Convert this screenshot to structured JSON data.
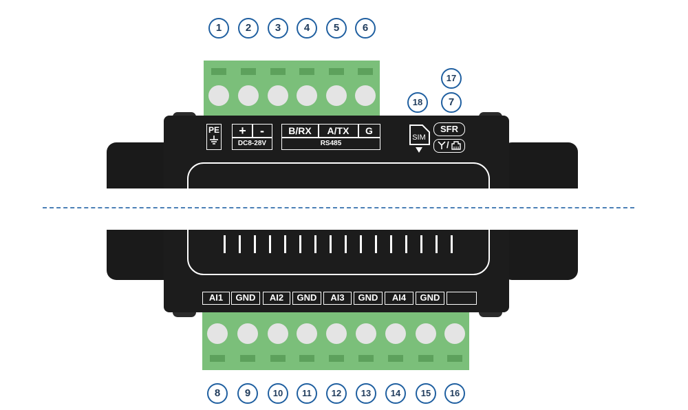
{
  "top_numbers": [
    "1",
    "2",
    "3",
    "4",
    "5",
    "6"
  ],
  "bottom_numbers": [
    "8",
    "9",
    "10",
    "11",
    "12",
    "13",
    "14",
    "15",
    "16"
  ],
  "side_numbers": {
    "n17": "17",
    "n7": "7",
    "n18": "18"
  },
  "top_labels": {
    "pe": "PE",
    "plus": "+",
    "minus": "-",
    "power": "DC8-28V",
    "brx": "B/RX",
    "atx": "A/TX",
    "g": "G",
    "rs485": "RS485",
    "sim": "SIM",
    "sfr": "SFR"
  },
  "bottom_labels": [
    "AI1",
    "GND",
    "AI2",
    "GND",
    "AI3",
    "GND",
    "AI4",
    "GND",
    ""
  ],
  "icons": {
    "ground": "ground-icon",
    "sim_arrow": "arrow-down-icon",
    "antenna": "antenna-icon",
    "ethernet": "ethernet-icon"
  },
  "colors": {
    "terminal_green": "#7bbf7a",
    "case_black": "#1c1c1c",
    "number_blue": "#1f5fa0"
  }
}
